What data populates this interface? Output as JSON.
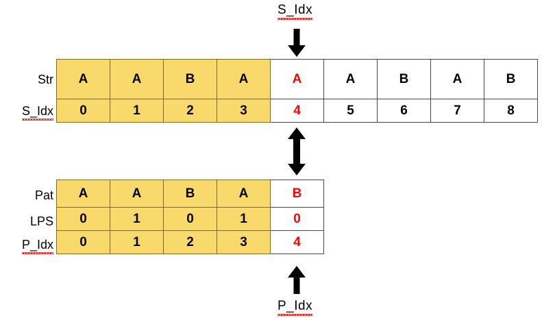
{
  "diagram": {
    "title_top_arrow_label": "S_Idx",
    "bottom_arrow_label": "P_Idx",
    "colors": {
      "highlight": "#fad96b",
      "mismatch_text": "#ff0000",
      "border": "#454545",
      "highlight_border": "#7d6b24",
      "text": "#000000",
      "background": "#ffffff"
    },
    "text_row_labels": {
      "str": "Str",
      "s_idx": "S_Idx",
      "pat": "Pat",
      "lps": "LPS",
      "p_idx": "P_Idx"
    },
    "text_table": {
      "name": "Str",
      "columns": 9,
      "highlighted_count": 4,
      "mismatch_index": 4,
      "rows": [
        {
          "label": "Str",
          "cells": [
            {
              "value": "A",
              "highlight": true,
              "mismatch": false
            },
            {
              "value": "A",
              "highlight": true,
              "mismatch": false
            },
            {
              "value": "B",
              "highlight": true,
              "mismatch": false
            },
            {
              "value": "A",
              "highlight": true,
              "mismatch": false
            },
            {
              "value": "A",
              "highlight": false,
              "mismatch": true
            },
            {
              "value": "A",
              "highlight": false,
              "mismatch": false
            },
            {
              "value": "B",
              "highlight": false,
              "mismatch": false
            },
            {
              "value": "A",
              "highlight": false,
              "mismatch": false
            },
            {
              "value": "B",
              "highlight": false,
              "mismatch": false
            }
          ]
        },
        {
          "label": "S_Idx",
          "cells": [
            {
              "value": "0",
              "highlight": true,
              "mismatch": false
            },
            {
              "value": "1",
              "highlight": true,
              "mismatch": false
            },
            {
              "value": "2",
              "highlight": true,
              "mismatch": false
            },
            {
              "value": "3",
              "highlight": true,
              "mismatch": false
            },
            {
              "value": "4",
              "highlight": false,
              "mismatch": true
            },
            {
              "value": "5",
              "highlight": false,
              "mismatch": false
            },
            {
              "value": "6",
              "highlight": false,
              "mismatch": false
            },
            {
              "value": "7",
              "highlight": false,
              "mismatch": false
            },
            {
              "value": "8",
              "highlight": false,
              "mismatch": false
            }
          ]
        }
      ]
    },
    "pattern_table": {
      "name": "Pat",
      "columns": 5,
      "highlighted_count": 4,
      "mismatch_index": 4,
      "rows": [
        {
          "label": "Pat",
          "cells": [
            {
              "value": "A",
              "highlight": true,
              "mismatch": false
            },
            {
              "value": "A",
              "highlight": true,
              "mismatch": false
            },
            {
              "value": "B",
              "highlight": true,
              "mismatch": false
            },
            {
              "value": "A",
              "highlight": true,
              "mismatch": false
            },
            {
              "value": "B",
              "highlight": false,
              "mismatch": true
            }
          ]
        },
        {
          "label": "LPS",
          "cells": [
            {
              "value": "0",
              "highlight": true,
              "mismatch": false
            },
            {
              "value": "1",
              "highlight": true,
              "mismatch": false
            },
            {
              "value": "0",
              "highlight": true,
              "mismatch": false
            },
            {
              "value": "1",
              "highlight": true,
              "mismatch": false
            },
            {
              "value": "0",
              "highlight": false,
              "mismatch": true
            }
          ]
        },
        {
          "label": "P_Idx",
          "cells": [
            {
              "value": "0",
              "highlight": true,
              "mismatch": false
            },
            {
              "value": "1",
              "highlight": true,
              "mismatch": false
            },
            {
              "value": "2",
              "highlight": true,
              "mismatch": false
            },
            {
              "value": "3",
              "highlight": true,
              "mismatch": false
            },
            {
              "value": "4",
              "highlight": false,
              "mismatch": true
            }
          ]
        }
      ]
    }
  }
}
